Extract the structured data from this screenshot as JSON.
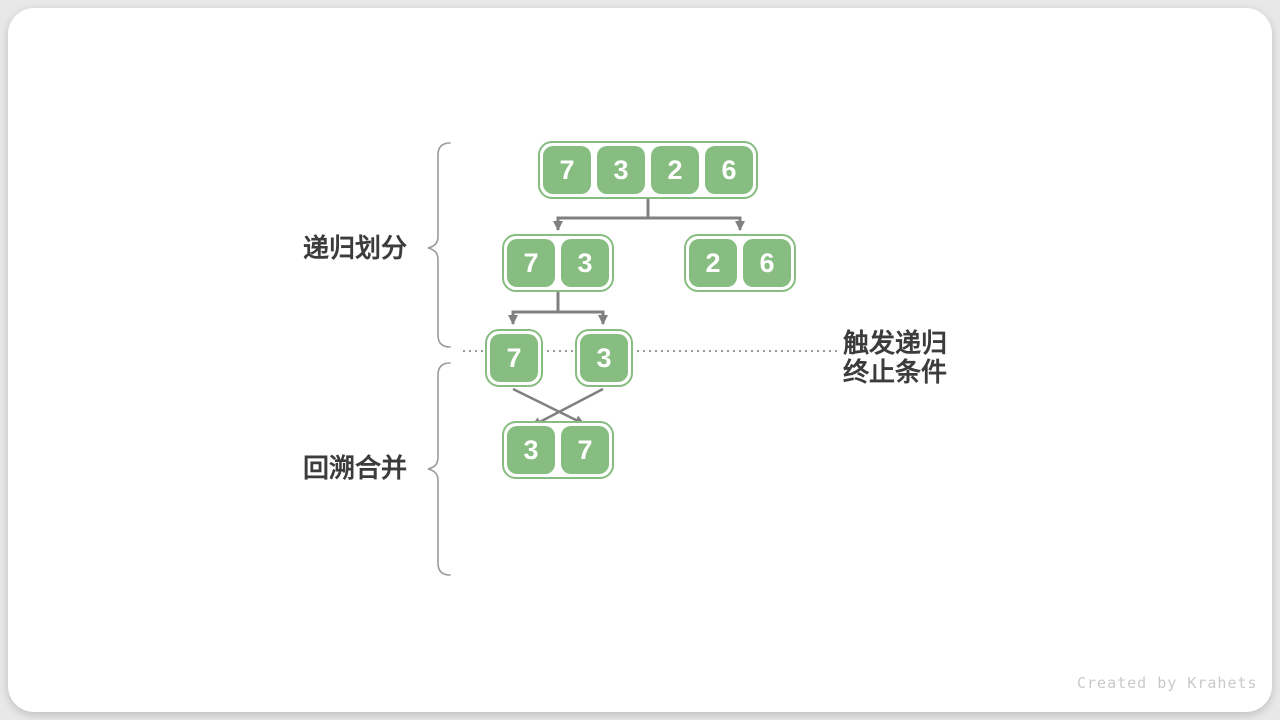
{
  "watermark": "Created by Krahets",
  "labels": {
    "divide": "递归划分",
    "merge": "回溯合并",
    "base_case": [
      "触发递归",
      "终止条件"
    ]
  },
  "diagram": {
    "level1": {
      "values": [
        "7",
        "3",
        "2",
        "6"
      ]
    },
    "level2_left": {
      "values": [
        "7",
        "3"
      ]
    },
    "level2_right": {
      "values": [
        "2",
        "6"
      ]
    },
    "level3_left": {
      "values": [
        "7"
      ]
    },
    "level3_right": {
      "values": [
        "3"
      ]
    },
    "level4_merged": {
      "values": [
        "3",
        "7"
      ]
    }
  },
  "colors": {
    "box_green": "#87bd80",
    "arrow_gray": "#808080",
    "brace_gray": "#9b9b9b",
    "dotted_gray": "#9a9a9a",
    "text_dark": "#3c3c3c",
    "watermark_gray": "#c9c9c9",
    "card_bg": "#ffffff",
    "page_bg": "#e8e8e8"
  }
}
